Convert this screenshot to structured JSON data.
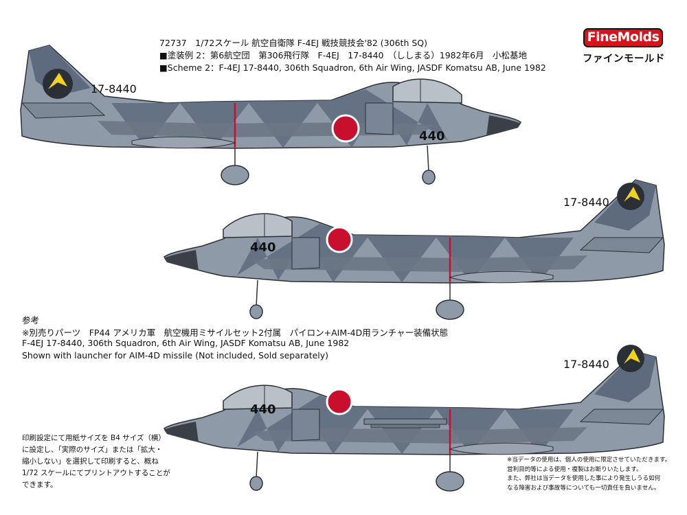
{
  "header": {
    "line1": "72737　1/72スケール 航空自衛隊 F-4EJ 戦技競技会'82 (306th SQ)",
    "line2": "■塗装例 2：第6航空団　第306飛行隊　F-4EJ　17-8440　（ししまる）1982年6月　小松基地",
    "line3": "■Scheme 2：F-4EJ 17-8440, 306th Squadron, 6th Air Wing, JASDF Komatsu AB, June 1982"
  },
  "logo": {
    "brand": "FineMolds",
    "kana": "ファインモールド"
  },
  "aircraft": {
    "tail_number": "17-8440",
    "nose_number": "440",
    "body_color": "#8f9aa9",
    "camo_color": "#5e6b7e",
    "hinomaru_color": "#c8102e",
    "emblem_color": "#f2d41c"
  },
  "reference": {
    "title": "参考",
    "line1": "※別売りパーツ　FP44 アメリカ軍　航空機用ミサイルセット2付属　パイロン+AIM-4D用ランチャー装備状態",
    "line2": "F-4EJ 17-8440, 306th Squadron, 6th Air Wing, JASDF Komatsu AB, June 1982",
    "line3": "Shown with launcher for AIM-4D missile (Not included, Sold separately)"
  },
  "print_note": {
    "lines": [
      "印刷設定にて用紙サイズを B4 サイズ（横）",
      "に設定し、「実際のサイズ」または「拡大・",
      "縮小しない」を選択して印刷すると、概ね",
      "1/72 スケールにてプリントアウトすることが",
      "できます。"
    ]
  },
  "legal_note": {
    "lines": [
      "※当データの使用は、個人の使用に限定させていただきます。",
      "営利目的等による使用・複製はお断りいたします。",
      "また、弊社は当データを使用した事により発生しうる如何",
      "なる障害および事故等についても一切責任を負いません。"
    ]
  }
}
